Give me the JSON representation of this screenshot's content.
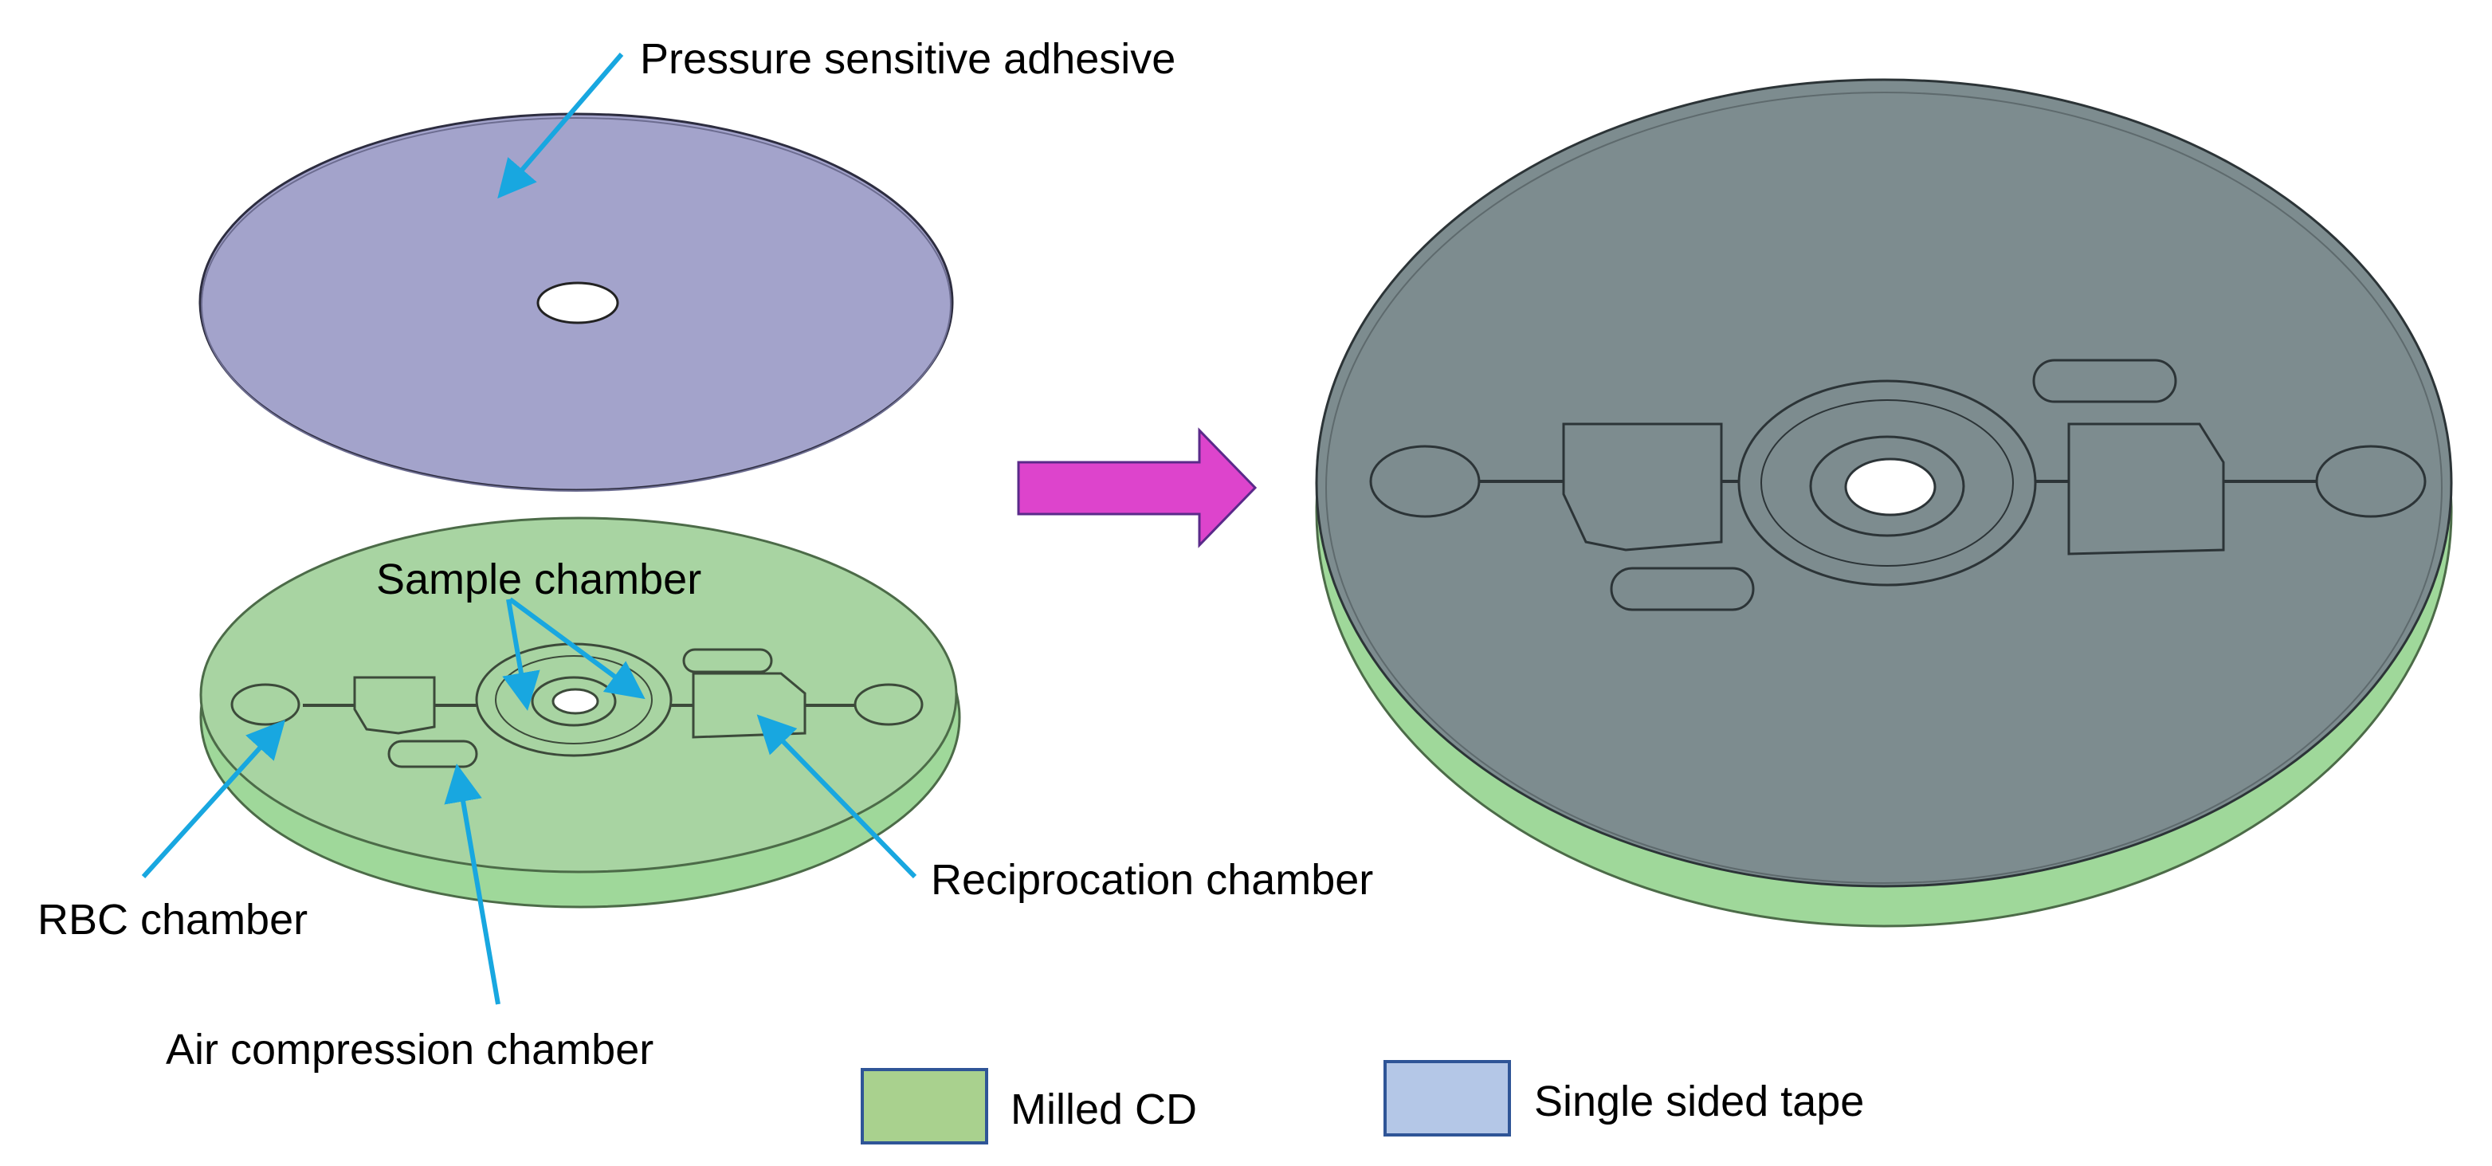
{
  "labels": {
    "pressure_sensitive_adhesive": "Pressure sensitive adhesive",
    "sample_chamber": "Sample chamber",
    "rbc_chamber": "RBC chamber",
    "air_compression_chamber": "Air compression chamber",
    "reciprocation_chamber": "Reciprocation chamber"
  },
  "legend": {
    "milled_cd": "Milled CD",
    "single_sided_tape": "Single sided tape"
  },
  "colors": {
    "adhesive_disc": "#a3a3cb",
    "milled_cd_top": "#a8d4a2",
    "milled_cd_edge": "#9fd89a",
    "assembled_top": "#7d8c8f",
    "arrow_callout": "#18a7e0",
    "process_arrow": "#dd44cc",
    "legend_milled_cd": "#a9d18e",
    "legend_single_sided_tape": "#b4c7e7",
    "outline": "#2f5597"
  }
}
